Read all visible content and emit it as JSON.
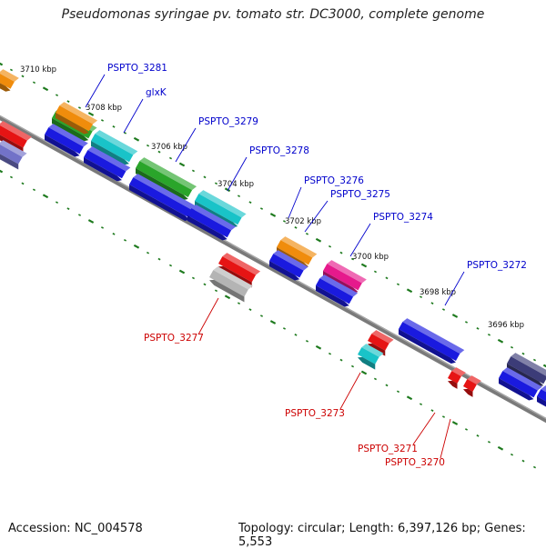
{
  "title": "Pseudomonas syringae pv. tomato str. DC3000, complete genome",
  "footer": {
    "accession": "Accession: NC_004578",
    "summary": "Topology: circular; Length: 6,397,126 bp; Genes: 5,553"
  },
  "colors": {
    "backbone": "#7a7a7a",
    "tick": "#1e7a1e",
    "forward_label": "#0000cc",
    "reverse_label": "#cc0000",
    "blue": "#1a1adf",
    "cyan": "#19c3c8",
    "green": "#2aa52a",
    "orange": "#f08c0c",
    "magenta": "#e6198c",
    "red": "#e61414",
    "grey": "#b4b4b4",
    "navy": "#3c3c78",
    "purple": "#7272c8"
  },
  "scale_labels": [
    "3710 kbp",
    "3708 kbp",
    "3706 kbp",
    "3704 kbp",
    "3702 kbp",
    "3700 kbp",
    "3698 kbp",
    "3696 kbp"
  ],
  "forward_gene_labels": [
    "PSPTO_3281",
    "glxK",
    "PSPTO_3279",
    "PSPTO_3278",
    "PSPTO_3276",
    "PSPTO_3275",
    "PSPTO_3274",
    "PSPTO_3272"
  ],
  "reverse_gene_labels": [
    "PSPTO_3277",
    "PSPTO_3273",
    "PSPTO_3271",
    "PSPTO_3270"
  ]
}
